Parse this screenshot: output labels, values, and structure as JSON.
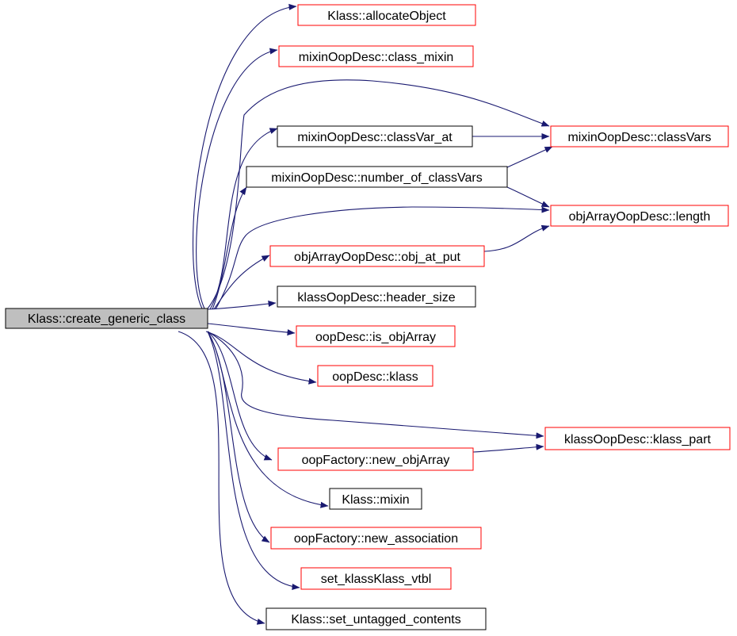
{
  "nodes": {
    "create_generic_class": {
      "label": "Klass::create_generic_class",
      "style": "current"
    },
    "allocateObject": {
      "label": "Klass::allocateObject",
      "style": "documented"
    },
    "class_mixin": {
      "label": "mixinOopDesc::class_mixin",
      "style": "documented"
    },
    "classVar_at": {
      "label": "mixinOopDesc::classVar_at",
      "style": "plain"
    },
    "classVars": {
      "label": "mixinOopDesc::classVars",
      "style": "documented"
    },
    "number_of_classVars": {
      "label": "mixinOopDesc::number_of_classVars",
      "style": "plain"
    },
    "length": {
      "label": "objArrayOopDesc::length",
      "style": "documented"
    },
    "obj_at_put": {
      "label": "objArrayOopDesc::obj_at_put",
      "style": "documented"
    },
    "header_size": {
      "label": "klassOopDesc::header_size",
      "style": "plain"
    },
    "is_objArray": {
      "label": "oopDesc::is_objArray",
      "style": "documented"
    },
    "klass": {
      "label": "oopDesc::klass",
      "style": "documented"
    },
    "klass_part": {
      "label": "klassOopDesc::klass_part",
      "style": "documented"
    },
    "new_objArray": {
      "label": "oopFactory::new_objArray",
      "style": "documented"
    },
    "mixin": {
      "label": "Klass::mixin",
      "style": "plain"
    },
    "new_association": {
      "label": "oopFactory::new_association",
      "style": "documented"
    },
    "set_klassKlass_vtbl": {
      "label": "set_klassKlass_vtbl",
      "style": "documented"
    },
    "set_untagged_contents": {
      "label": "Klass::set_untagged_contents",
      "style": "plain"
    }
  },
  "edges": [
    [
      "create_generic_class",
      "allocateObject"
    ],
    [
      "create_generic_class",
      "class_mixin"
    ],
    [
      "create_generic_class",
      "classVars"
    ],
    [
      "create_generic_class",
      "classVar_at"
    ],
    [
      "create_generic_class",
      "number_of_classVars"
    ],
    [
      "create_generic_class",
      "length"
    ],
    [
      "create_generic_class",
      "obj_at_put"
    ],
    [
      "create_generic_class",
      "header_size"
    ],
    [
      "create_generic_class",
      "is_objArray"
    ],
    [
      "create_generic_class",
      "klass"
    ],
    [
      "create_generic_class",
      "klass_part"
    ],
    [
      "create_generic_class",
      "new_objArray"
    ],
    [
      "create_generic_class",
      "mixin"
    ],
    [
      "create_generic_class",
      "new_association"
    ],
    [
      "create_generic_class",
      "set_klassKlass_vtbl"
    ],
    [
      "create_generic_class",
      "set_untagged_contents"
    ],
    [
      "classVar_at",
      "classVars"
    ],
    [
      "number_of_classVars",
      "classVars"
    ],
    [
      "number_of_classVars",
      "length"
    ],
    [
      "obj_at_put",
      "length"
    ],
    [
      "new_objArray",
      "klass_part"
    ]
  ],
  "colors": {
    "edge": "#191970",
    "documented_border": "#ff0000",
    "plain_border": "#000000",
    "current_fill": "#bfbfbf"
  }
}
